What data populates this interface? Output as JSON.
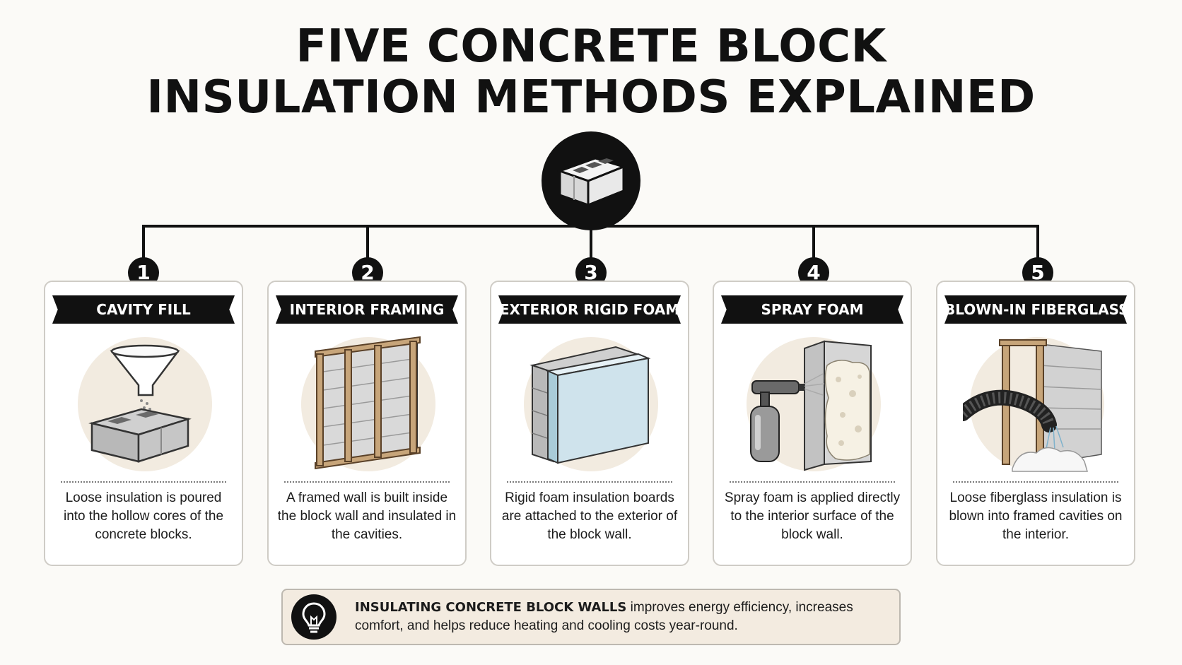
{
  "title": {
    "line1": "FIVE CONCRETE BLOCK",
    "line2": "INSULATION METHODS EXPLAINED"
  },
  "hub_icon": "concrete-block-icon",
  "methods": [
    {
      "number": "1",
      "title": "CAVITY FILL",
      "icon": "funnel-pouring-into-block-icon",
      "description": "Loose insulation is poured into the hollow cores of the concrete blocks."
    },
    {
      "number": "2",
      "title": "INTERIOR FRAMING",
      "icon": "framed-wall-icon",
      "description": "A framed wall is built inside the block wall and insulated in the cavities."
    },
    {
      "number": "3",
      "title": "EXTERIOR RIGID FOAM",
      "icon": "rigid-foam-board-icon",
      "description": "Rigid foam insulation boards are attached to the exterior of the block wall."
    },
    {
      "number": "4",
      "title": "SPRAY FOAM",
      "icon": "spray-foam-gun-icon",
      "description": "Spray foam is applied directly to the interior surface of the block wall."
    },
    {
      "number": "5",
      "title": "BLOWN-IN FIBERGLASS",
      "icon": "blowing-hose-icon",
      "description": "Loose fiberglass insulation is blown into framed cavities on the interior."
    }
  ],
  "callout": {
    "icon": "lightbulb-icon",
    "bold": "INSULATING CONCRETE BLOCK WALLS",
    "text": " improves energy efficiency, increases comfort, and helps reduce heating and cooling costs year-round."
  },
  "colors": {
    "background": "#fbfaf7",
    "ink": "#111111",
    "illustration_backdrop": "#f2ebe0",
    "callout_background": "#f3ebe0",
    "foam_blue": "#cfe3ec"
  }
}
